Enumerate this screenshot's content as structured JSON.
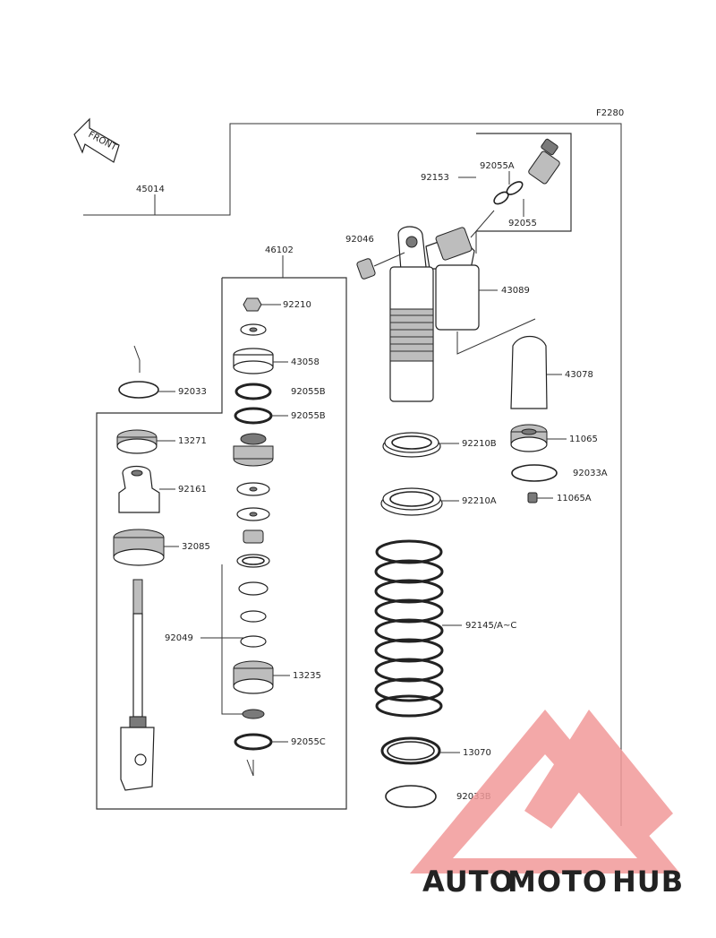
{
  "figure_code": "F2280",
  "front_label": "FRONT",
  "watermark": {
    "part1": "AUTO",
    "part2": "MOTO",
    "part3": "HUB",
    "colors": {
      "part1": "#f4b183",
      "part2": "#f08a8a",
      "part3": "#9a9a9a",
      "triangle": "#f19a9a"
    }
  },
  "part_numbers": {
    "p45014": "45014",
    "p92153": "92153",
    "p92055A": "92055A",
    "p92055": "92055",
    "p92046": "92046",
    "p46102": "46102",
    "p43089": "43089",
    "p92210": "92210",
    "p43058": "43058",
    "p43078": "43078",
    "p92033": "92033",
    "p92055B_1": "92055B",
    "p92055B_2": "92055B",
    "p13271": "13271",
    "p92210B": "92210B",
    "p11065": "11065",
    "p92033A": "92033A",
    "p92161": "92161",
    "p92210A": "92210A",
    "p11065A": "11065A",
    "p32085": "32085",
    "p92145": "92145/A~C",
    "p92049": "92049",
    "p13235": "13235",
    "p92055C": "92055C",
    "p13070": "13070",
    "p92033B": "92033B"
  }
}
